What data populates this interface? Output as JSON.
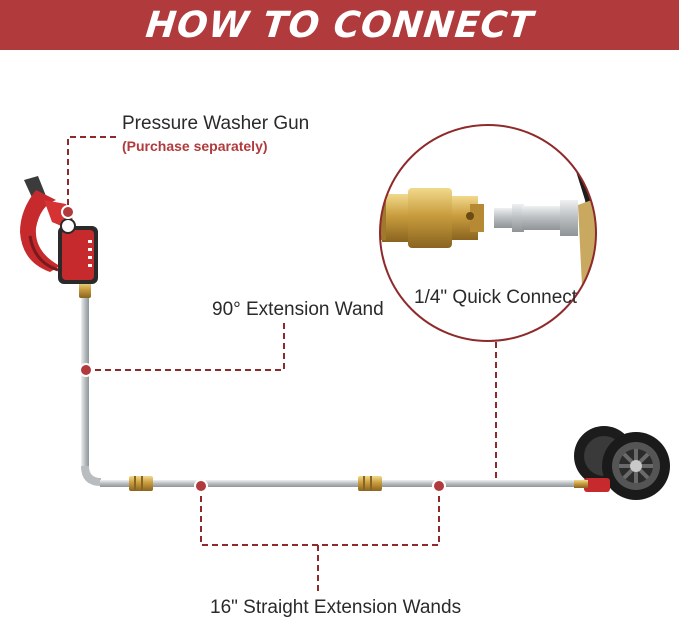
{
  "banner": {
    "title": "HOW TO CONNECT"
  },
  "labels": {
    "gun": "Pressure Washer Gun",
    "gun_note": "(Purchase separately)",
    "wand_90": "90° Extension Wand",
    "quick_connect": "1/4\" Quick Connect",
    "straight_wands": "16\" Straight Extension Wands"
  },
  "colors": {
    "accent": "#b03a3c",
    "dash": "#8e2a2c",
    "wand": "#cfd2d4",
    "brass": "#c9a24a"
  },
  "icons": [
    "spray-gun-icon",
    "quick-connect-coupler-icon",
    "wheel-icon"
  ]
}
